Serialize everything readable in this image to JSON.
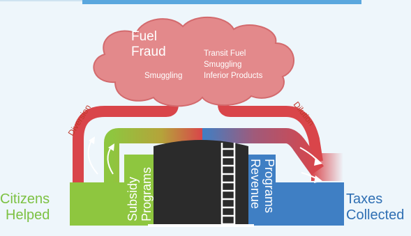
{
  "cloud": {
    "title_line1": "Fuel",
    "title_line2": "Fraud",
    "left_label": "Smuggling",
    "right_line1": "Transit Fuel",
    "right_line2": "Smuggling",
    "right_line3": "Inferior Products"
  },
  "arrows": {
    "left_label": "Diversion",
    "right_label": "Dilution"
  },
  "left_block": {
    "label_line1": "Citizens",
    "label_line2": "Helped",
    "vertical_line1": "Subsidy",
    "vertical_line2": "Programs"
  },
  "right_block": {
    "label_line1": "Taxes",
    "label_line2": "Collected",
    "vertical_line1": "Revenue",
    "vertical_line2": "Programs"
  },
  "colors": {
    "background": "#eef6fb",
    "cloud": "#e3898b",
    "red": "#d9454a",
    "green": "#8ec63f",
    "blue": "#3f7fc4",
    "tank": "#2b2b2b",
    "top_bar": "#5aa7de"
  }
}
